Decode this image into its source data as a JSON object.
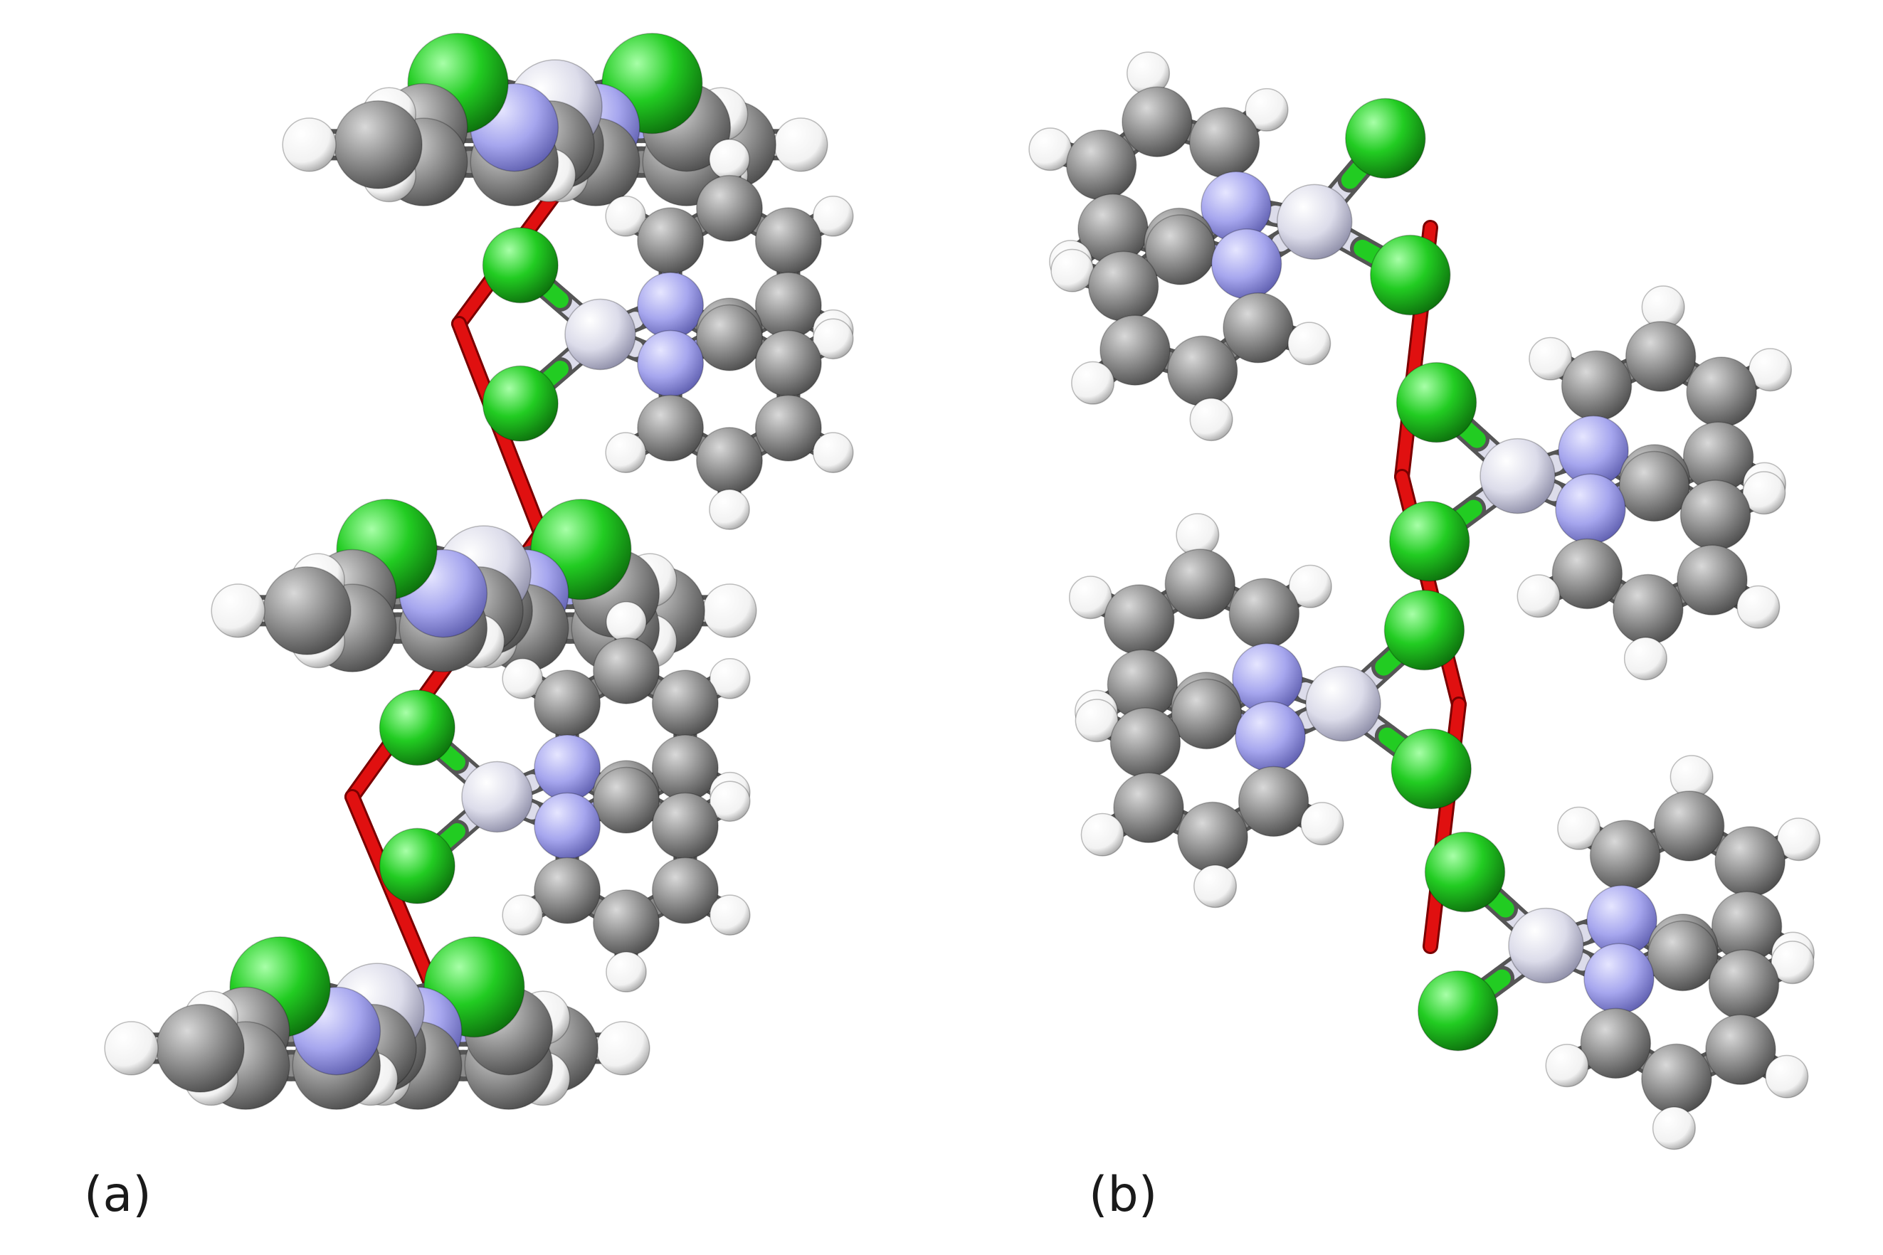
{
  "panels": [
    {
      "label": "(a)"
    },
    {
      "label": "(b)"
    }
  ],
  "colors": {
    "carbon": "#8c8c8c",
    "nitrogen": "#a6a6ee",
    "hydrogen": "#ffffff",
    "chlorine": "#22cc22",
    "metal": "#dcdcea",
    "metal_contact": "#e01010",
    "bond_outline": "#555555"
  },
  "atom_names": {
    "carbon": "carbon-atom",
    "nitrogen": "nitrogen-atom",
    "hydrogen": "hydrogen-atom",
    "chlorine": "chlorine-atom",
    "metal": "metal-atom"
  }
}
